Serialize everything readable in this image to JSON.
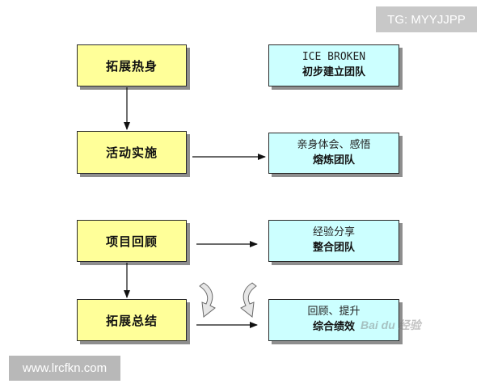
{
  "badges": {
    "tg": "TG: MYYJJPP",
    "site": "www.lrcfkn.com"
  },
  "watermark": "Bai du 经验",
  "left_boxes": [
    {
      "label": "拓展热身"
    },
    {
      "label": "活动实施"
    },
    {
      "label": "项目回顾"
    },
    {
      "label": "拓展总结"
    }
  ],
  "right_boxes": [
    {
      "line1": "ICE BROKEN",
      "line2": "初步建立团队"
    },
    {
      "line1": "亲身体会、感悟",
      "line2": "熔炼团队"
    },
    {
      "line1": "经验分享",
      "line2": "整合团队"
    },
    {
      "line1": "回顾、提升",
      "line2": "综合绩效"
    }
  ],
  "colors": {
    "left_fill": "#ffff99",
    "right_fill": "#ccffff",
    "border": "#2a2a2a",
    "shadow": "#8e8e8e"
  },
  "icons": [
    "curved-arrow-left-icon",
    "curved-arrow-right-icon"
  ]
}
